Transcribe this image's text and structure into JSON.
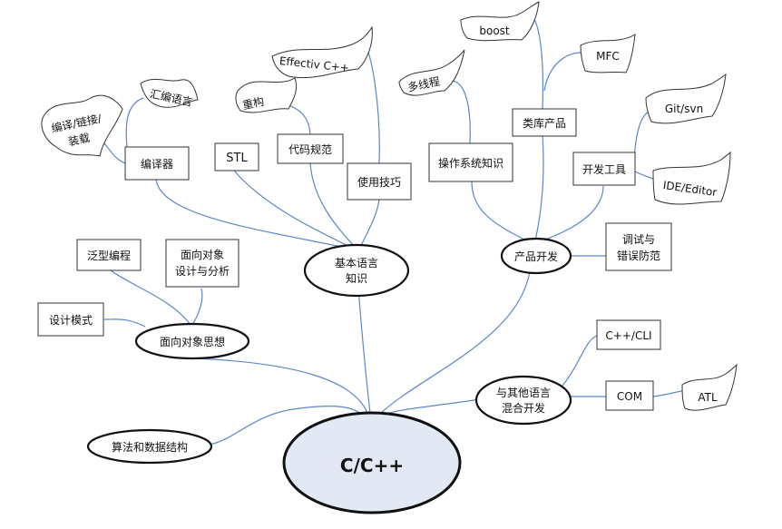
{
  "root": "C/C++",
  "ovals": {
    "basic": [
      "基本语言",
      "知识"
    ],
    "product": "产品开发",
    "oop": "面向对象思想",
    "mixed": [
      "与其他语言",
      "混合开发"
    ],
    "algo": "算法和数据结构"
  },
  "boxes": {
    "compiler": "编译器",
    "stl": "STL",
    "codestyle": "代码规范",
    "skills": "使用技巧",
    "os": "操作系统知识",
    "libs": "类库产品",
    "devtools": "开发工具",
    "debug": [
      "调试与",
      "错误防范"
    ],
    "generic": "泛型编程",
    "oodesign": [
      "面向对象",
      "设计与分析"
    ],
    "patterns": "设计模式",
    "cli": "C++/CLI",
    "com": "COM"
  },
  "flags": {
    "compile_link": [
      "编译/链接/",
      "装载"
    ],
    "asm": "汇编语言",
    "refactor": "重构",
    "effective": "Effectiv C++",
    "multithread": "多线程",
    "boost": "boost",
    "mfc": "MFC",
    "git": "Git/svn",
    "ide": "IDE/Editor",
    "atl": "ATL"
  }
}
